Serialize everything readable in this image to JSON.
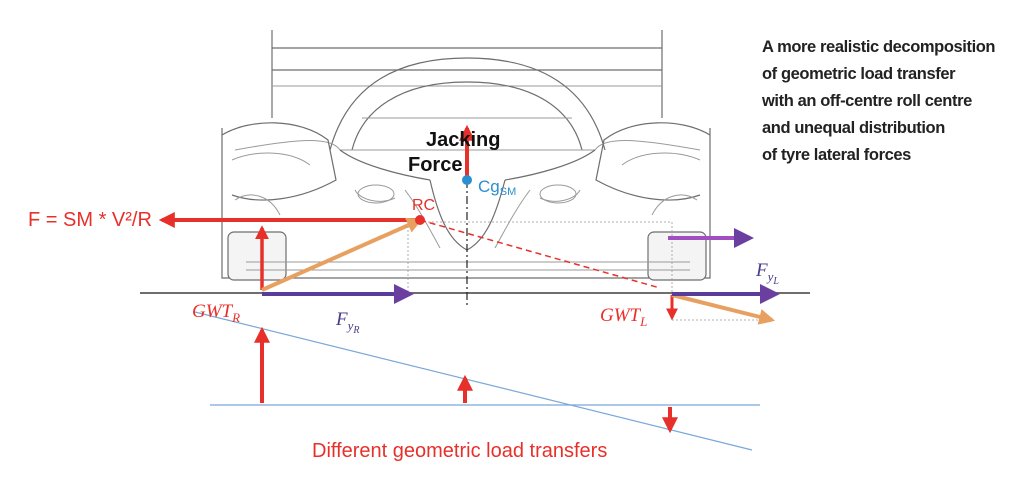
{
  "caption": {
    "lines": [
      "A more realistic decomposition",
      "of geometric load transfer",
      "with an off-centre roll centre",
      "and unequal distribution",
      "of tyre lateral forces"
    ]
  },
  "labels": {
    "jacking_line1": "Jacking",
    "jacking_line2": "Force",
    "centrifugal_force": "F = SM * V²/R",
    "roll_centre": "RC",
    "cg_main": "Cg",
    "cg_sub": "SM",
    "gwt_right_main": "GWT",
    "gwt_right_sub": "R",
    "gwt_left_main": "GWT",
    "gwt_left_sub": "L",
    "fy_right_main": "F",
    "fy_right_sub": "y",
    "fy_right_subsub": "R",
    "fy_left_main": "F",
    "fy_left_sub": "y",
    "fy_left_subsub": "L",
    "bottom": "Different geometric load transfers"
  },
  "colors": {
    "red": "#e8302a",
    "purple": "#6a3fa0",
    "orange": "#e8a060",
    "blue": "#2a8fd0",
    "line_blue": "#7aa8d8",
    "car": "#6e6e6e"
  }
}
